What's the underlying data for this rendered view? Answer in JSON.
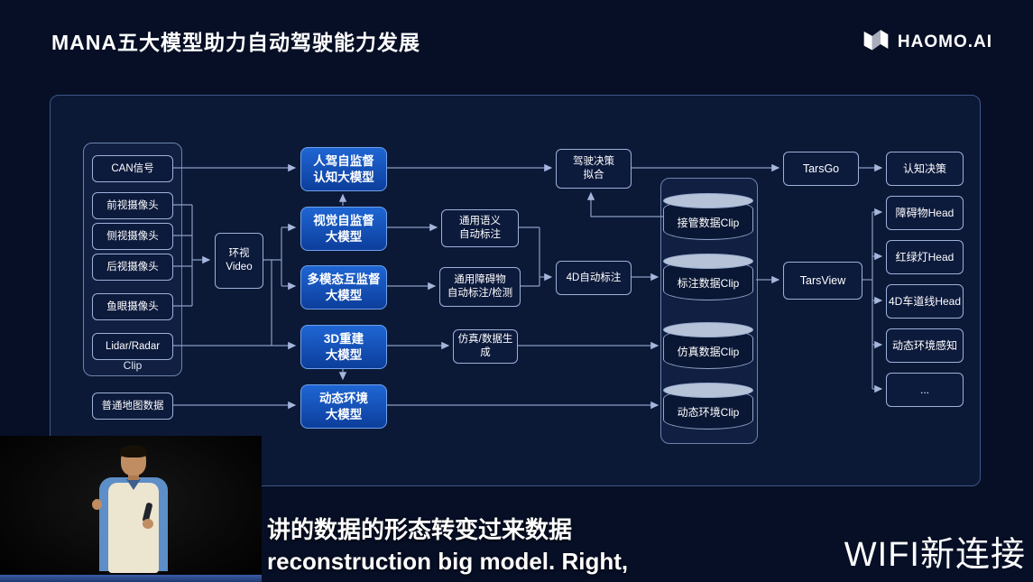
{
  "colors": {
    "background": "#070f26",
    "panel_fill": "#0c1936",
    "panel_border": "#3d5586",
    "node_fill": "#0c1a3c",
    "node_border": "#9db1d9",
    "model_fill_top": "#1f66d4",
    "model_fill_bottom": "#0c3e9c",
    "model_border": "#6ea2ee",
    "cylinder_top": "#b6c2d8",
    "connector": "#8a9dc4",
    "stage_strip": "#3a5ca8"
  },
  "header": {
    "title": "MANA五大模型助力自动驾驶能力发展",
    "logo_text": "HAOMO.AI",
    "logo_icon": "haomo-m-mark"
  },
  "diagram": {
    "input_group_label": "Clip",
    "inputs": {
      "can": "CAN信号",
      "front_cam": "前视摄像头",
      "side_cam": "侧视摄像头",
      "rear_cam": "后视摄像头",
      "fisheye_cam": "鱼眼摄像头",
      "lidar": "Lidar/Radar",
      "map": "普通地图数据"
    },
    "video_node": {
      "line1": "环视",
      "line2": "Video"
    },
    "models": [
      {
        "line1": "人驾自监督",
        "line2": "认知大模型"
      },
      {
        "line1": "视觉自监督",
        "line2": "大模型"
      },
      {
        "line1": "多模态互监督",
        "line2": "大模型"
      },
      {
        "line1": "3D重建",
        "line2": "大模型"
      },
      {
        "line1": "动态环境",
        "line2": "大模型"
      }
    ],
    "process_nodes": {
      "semantic": {
        "line1": "通用语义",
        "line2": "自动标注"
      },
      "obstacle": {
        "line1": "通用障碍物",
        "line2": "自动标注/检测"
      },
      "simulation": "仿真/数据生成",
      "annotation_4d": "4D自动标注",
      "decision_fit": {
        "line1": "驾驶决策",
        "line2": "拟合"
      }
    },
    "data_clips": [
      "接管数据Clip",
      "标注数据Clip",
      "仿真数据Clip",
      "动态环境Clip"
    ],
    "platforms": {
      "tars_go": "TarsGo",
      "tars_view": "TarsView"
    },
    "outputs": [
      "认知决策",
      "障碍物Head",
      "红绿灯Head",
      "4D车道线Head",
      "动态环境感知",
      "..."
    ]
  },
  "subtitles": {
    "line1": "讲的数据的形态转变过来数据",
    "line2": "reconstruction big model. Right,"
  },
  "watermark": "WIFI新连接"
}
